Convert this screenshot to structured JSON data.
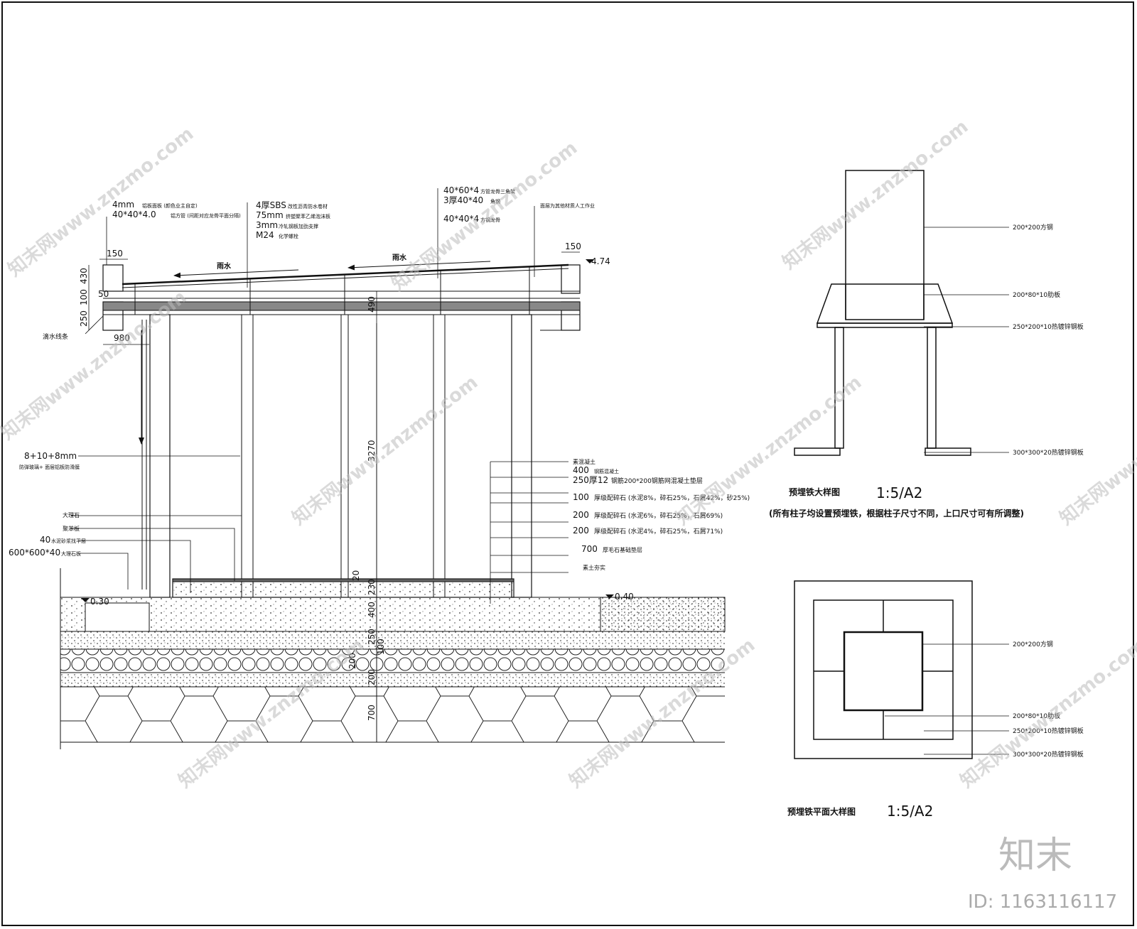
{
  "left_labels": {
    "panel_top": "4mm",
    "panel_top_note": "铝板面板 (颜色业主自定)",
    "tube": "40*40*4.0",
    "tube_note": "铝方管 (间距对应龙骨平面分隔)",
    "glass": "8+10+8mm",
    "glass_note": "防弹玻璃+ 面层铝板防滑膜",
    "marble": "大理石",
    "foam": "聚苯板",
    "leveling": "40",
    "leveling_note": "水泥砂浆找平层",
    "slab": "600*600*40",
    "slab_note": "大理石板",
    "drip": "滴水线条"
  },
  "roof_labels": {
    "sbs": "4厚SBS",
    "sbs_note": "改性沥青防水卷材",
    "eps": "75mm",
    "eps_note": "挤塑聚苯乙烯泡沫板",
    "steel": "3mm",
    "steel_note": "冷轧钢板加劲支撑",
    "bolt": "M24",
    "bolt_note": "化学螺栓"
  },
  "truss_labels": {
    "a": "40*60*4",
    "a_note": "方管龙骨三角架",
    "b": "3厚40*40",
    "b_note": "角钢",
    "c": "40*40*4",
    "c_note": "方钢龙骨",
    "right_note": "面层为其他材质人工作业"
  },
  "rain": [
    "雨水",
    "雨水"
  ],
  "elev": {
    "top": "4.74",
    "ground_left": "0.30",
    "ground_right": "0.40"
  },
  "dims_h": {
    "left_ovh": "150",
    "right_ovh": "150",
    "span": "980"
  },
  "dims_v_left": [
    "430",
    "50",
    "100",
    "250"
  ],
  "dims_v_mid": [
    "490",
    "3270",
    "20",
    "230",
    "400",
    "250",
    "100",
    "200",
    "200",
    "700"
  ],
  "right_layers": [
    {
      "t": "素混凝土",
      "n": ""
    },
    {
      "t": "400",
      "n": "钢筋混凝土"
    },
    {
      "t": "250厚12",
      "n": "钢筋200*200钢筋网混凝土垫层"
    },
    {
      "t": "100",
      "n": "厚级配碎石 (水泥8%，碎石25%，石屑42%，砂25%)"
    },
    {
      "t": "200",
      "n": "厚级配碎石 (水泥6%，碎石25%，石屑69%)"
    },
    {
      "t": "200",
      "n": "厚级配碎石 (水泥4%，碎石25%，石屑71%)"
    },
    {
      "t": "700",
      "n": "厚毛石基础垫层"
    },
    {
      "t": "素土夯实",
      "n": ""
    }
  ],
  "detail1": {
    "title": "预埋铁大样图",
    "scale": "1:5/A2",
    "note": "(所有柱子均设置预埋铁，根据柱子尺寸不同，上口尺寸可有所调整)",
    "labels": [
      "200*200方钢",
      "200*80*10肋板",
      "250*200*10热镀锌钢板",
      "300*300*20热镀锌钢板"
    ]
  },
  "detail2": {
    "title": "预埋铁平面大样图",
    "scale": "1:5/A2",
    "labels": [
      "200*200方钢",
      "200*80*10肋板",
      "250*200*10热镀锌钢板",
      "300*300*20热镀锌钢板"
    ]
  },
  "watermark": {
    "site": "知末网www.znzmo.com",
    "brand": "知末",
    "id": "ID: 1163116117"
  }
}
